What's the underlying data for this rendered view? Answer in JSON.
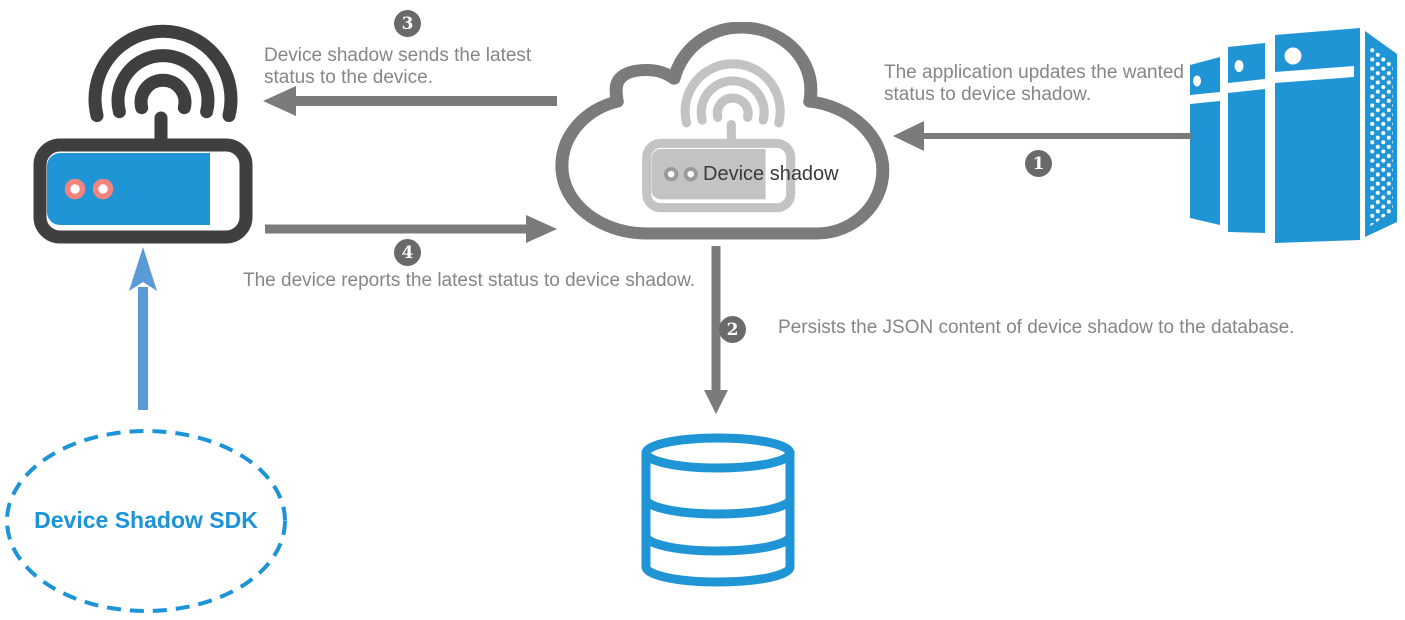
{
  "labels": {
    "device_shadow": "Device shadow",
    "sdk": "Device Shadow SDK"
  },
  "steps": [
    {
      "number": "1",
      "text": "The application updates the wanted status to device shadow.",
      "lines": [
        "The application updates the wanted",
        "status to device shadow."
      ],
      "arrow": "application-to-cloud"
    },
    {
      "number": "2",
      "text": "Persists the JSON content of device shadow to the database.",
      "lines": [
        "Persists the JSON content of device shadow to the database."
      ],
      "arrow": "cloud-to-database"
    },
    {
      "number": "3",
      "text": "Device shadow sends the latest status to the device.",
      "lines": [
        "Device shadow sends the latest",
        "status to the device."
      ],
      "arrow": "cloud-to-device"
    },
    {
      "number": "4",
      "text": "The device reports the latest status to device shadow.",
      "lines": [
        "The device reports the latest status to device shadow."
      ],
      "arrow": "device-to-cloud"
    }
  ],
  "icons": {
    "device": "wifi-router-icon",
    "cloud": "cloud-icon",
    "cloud_device": "wifi-router-shadow-icon",
    "application": "server-stack-icon",
    "database": "database-cylinder-icon",
    "sdk": "dashed-ellipse",
    "sdk_link": "up-arrow"
  },
  "colors": {
    "blue": "#2095d5",
    "sdkBlue": "#1d93d8",
    "arrowBlue": "#5b9bd5",
    "gray": "#7b7b7b",
    "dark": "#3f3f3f",
    "lightGray": "#c3c3c3",
    "midGray": "#9a9a9a",
    "textGray": "#868686",
    "salmon": "#f4837d",
    "badge": "#6a6a6a",
    "labelDark": "#3a3a3a"
  }
}
